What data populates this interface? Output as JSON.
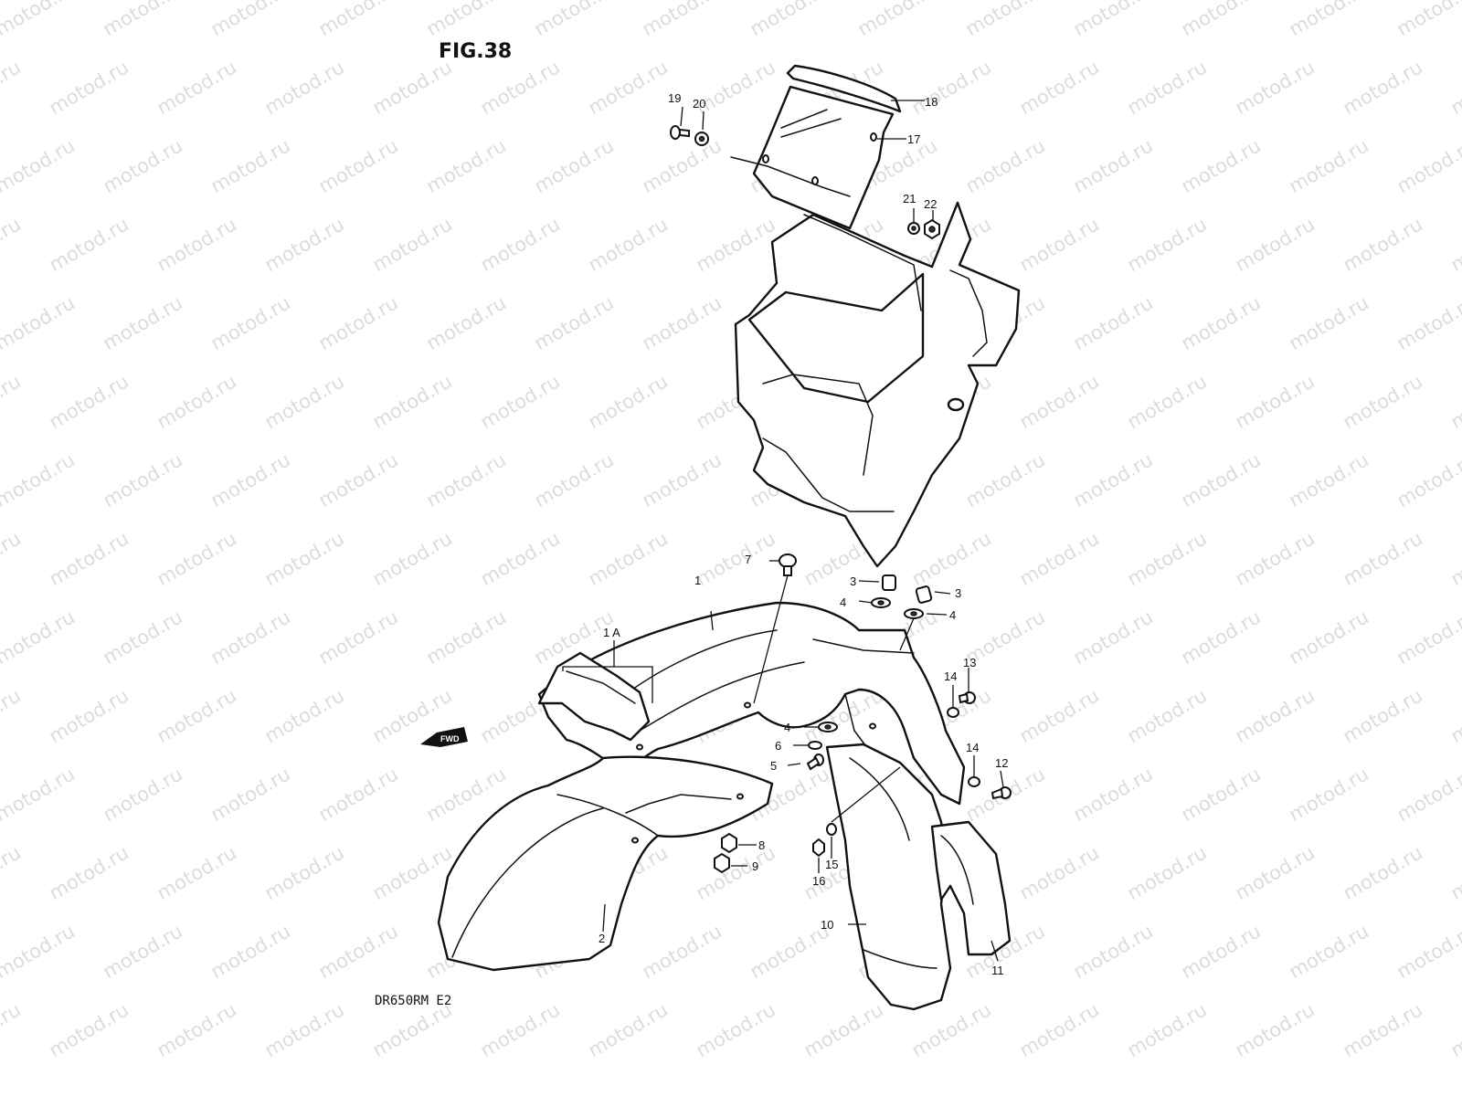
{
  "figure": {
    "title": "FIG.38",
    "model_code": "DR650RM E2",
    "direction_marker": "FWD",
    "watermark": "motod.ru"
  },
  "callouts": [
    {
      "id": "c1",
      "label": "1"
    },
    {
      "id": "c1a",
      "label": "1 A"
    },
    {
      "id": "c2",
      "label": "2"
    },
    {
      "id": "c3a",
      "label": "3"
    },
    {
      "id": "c3b",
      "label": "3"
    },
    {
      "id": "c4a",
      "label": "4"
    },
    {
      "id": "c4b",
      "label": "4"
    },
    {
      "id": "c4c",
      "label": "4"
    },
    {
      "id": "c5",
      "label": "5"
    },
    {
      "id": "c6",
      "label": "6"
    },
    {
      "id": "c7",
      "label": "7"
    },
    {
      "id": "c8",
      "label": "8"
    },
    {
      "id": "c9",
      "label": "9"
    },
    {
      "id": "c10",
      "label": "10"
    },
    {
      "id": "c11",
      "label": "11"
    },
    {
      "id": "c12",
      "label": "12"
    },
    {
      "id": "c13",
      "label": "13"
    },
    {
      "id": "c14a",
      "label": "14"
    },
    {
      "id": "c14b",
      "label": "14"
    },
    {
      "id": "c15",
      "label": "15"
    },
    {
      "id": "c16",
      "label": "16"
    },
    {
      "id": "c17",
      "label": "17"
    },
    {
      "id": "c18",
      "label": "18"
    },
    {
      "id": "c19",
      "label": "19"
    },
    {
      "id": "c20",
      "label": "20"
    },
    {
      "id": "c21",
      "label": "21"
    },
    {
      "id": "c22",
      "label": "22"
    }
  ]
}
